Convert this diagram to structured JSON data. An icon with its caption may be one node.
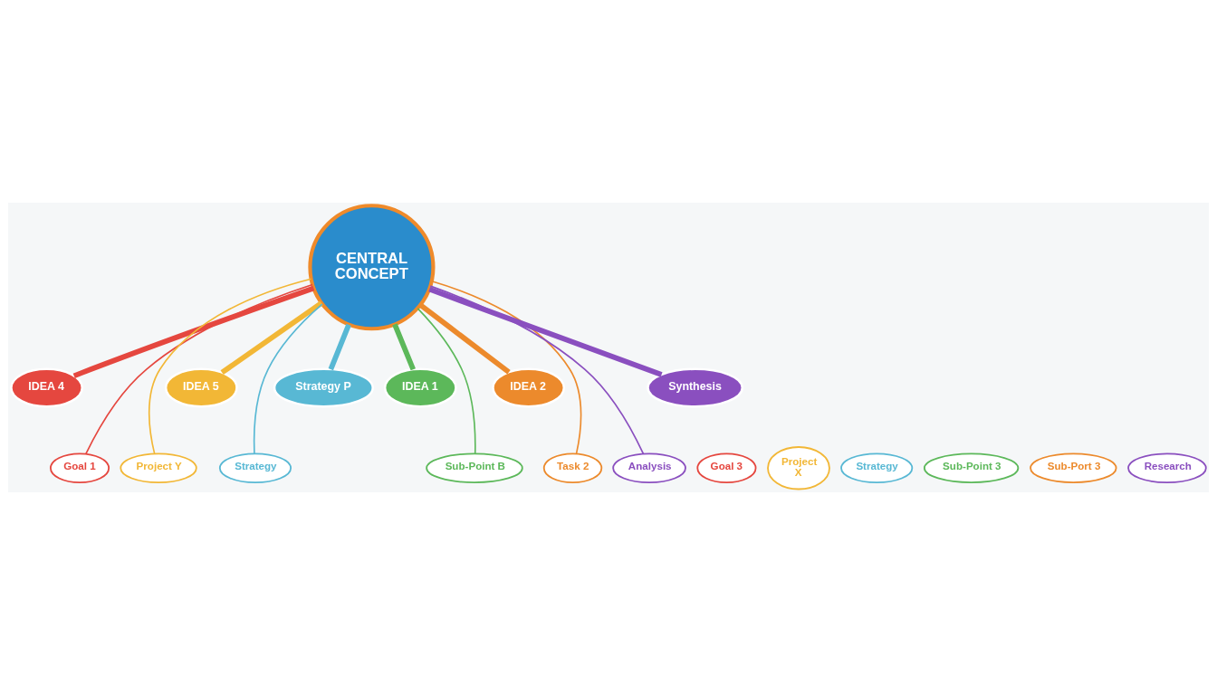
{
  "diagram": {
    "nodes": [
      {
        "text": [
          "CENTRAL CONCEPT"
        ]
      },
      {
        "text": [
          "IDEA 4"
        ]
      },
      {
        "text": [
          "Goal 1"
        ]
      },
      {
        "text": [
          "Goal 3"
        ]
      },
      {
        "text": [
          "Project",
          "X"
        ]
      },
      {
        "text": [
          "Project Y"
        ]
      },
      {
        "text": [
          "IDEA 5"
        ]
      },
      {
        "text": [
          "Strategy"
        ]
      },
      {
        "text": [
          "Strategy"
        ]
      },
      {
        "text": [
          "Strategy P"
        ]
      },
      {
        "text": [
          "IDEA 1"
        ]
      },
      {
        "text": [
          "Sub-Point B"
        ]
      },
      {
        "text": [
          "Sub-Point 3"
        ]
      },
      {
        "text": [
          "IDEA 2"
        ]
      },
      {
        "text": [
          "Task 2"
        ]
      },
      {
        "text": [
          "Sub-Port 3"
        ]
      },
      {
        "text": [
          "Research"
        ]
      },
      {
        "text": [
          "Analysis"
        ]
      },
      {
        "text": [
          "Synthesis"
        ]
      }
    ],
    "edges": [
      {
        "from": 0,
        "to": 1,
        "arrow": "none",
        "style": "thick",
        "color": "#e5473f"
      },
      {
        "from": 0,
        "to": 2,
        "arrow": "none",
        "color": "#e5473f"
      },
      {
        "from": 0,
        "to": 5,
        "arrow": "none",
        "color": "#f2b736"
      },
      {
        "from": 0,
        "to": 6,
        "arrow": "none",
        "style": "thick",
        "color": "#f2b736"
      },
      {
        "from": 0,
        "to": 8,
        "arrow": "none",
        "color": "#58b8d4"
      },
      {
        "from": 0,
        "to": 9,
        "arrow": "none",
        "style": "thick",
        "color": "#58b8d4"
      },
      {
        "from": 0,
        "to": 10,
        "arrow": "none",
        "style": "thick",
        "color": "#5cb85a"
      },
      {
        "from": 0,
        "to": 11,
        "arrow": "none",
        "color": "#5cb85a"
      },
      {
        "from": 0,
        "to": 13,
        "arrow": "none",
        "style": "thick",
        "color": "#ec8a2c"
      },
      {
        "from": 0,
        "to": 14,
        "arrow": "none",
        "color": "#ec8a2c"
      },
      {
        "from": 0,
        "to": 17,
        "arrow": "none",
        "color": "#8a4fbf"
      },
      {
        "from": 0,
        "to": 18,
        "arrow": "none",
        "style": "thick",
        "color": "#8a4fbf"
      }
    ]
  }
}
